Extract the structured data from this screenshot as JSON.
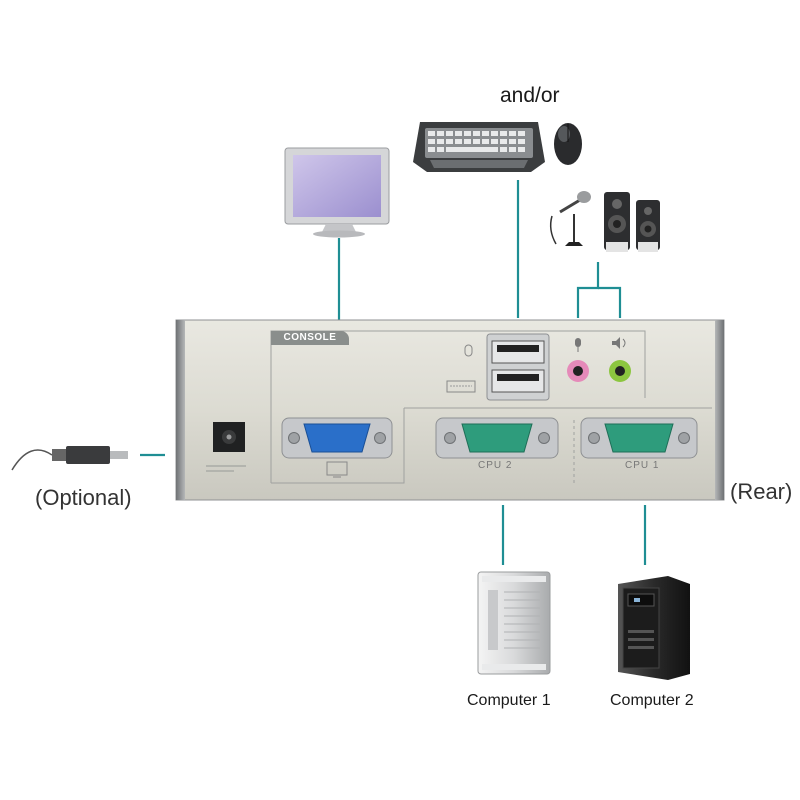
{
  "labels": {
    "and_or": "and/or",
    "optional": "(Optional)",
    "rear": "(Rear)",
    "computer_1": "Computer 1",
    "computer_2": "Computer 2"
  },
  "panel": {
    "console": "CONSOLE",
    "cpu2": "CPU 2",
    "cpu1": "CPU 1"
  },
  "colors": {
    "cable": "#1f8e94",
    "vga_console": "#2a6fc9",
    "vga_cpu": "#2e9c7c",
    "mic_jack": "#e58ab9",
    "speaker_jack": "#8cc63f"
  }
}
